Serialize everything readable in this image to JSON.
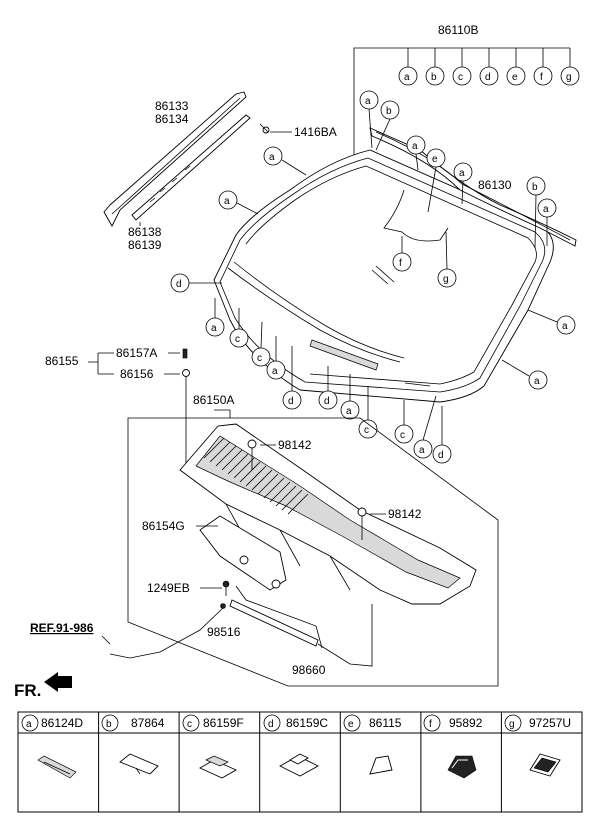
{
  "labels": {
    "p86110B": "86110B",
    "p86133": "86133",
    "p86134": "86134",
    "p1416BA": "1416BA",
    "p86130": "86130",
    "p86138": "86138",
    "p86139": "86139",
    "p86155": "86155",
    "p86157A": "86157A",
    "p86156": "86156",
    "p86150A": "86150A",
    "p98142a": "98142",
    "p98142b": "98142",
    "p86154G": "86154G",
    "p1249EB": "1249EB",
    "p98516": "98516",
    "p98660": "98660",
    "ref": "REF.91-986",
    "fr": "FR."
  },
  "callout_letters": {
    "a": "a",
    "b": "b",
    "c": "c",
    "d": "d",
    "e": "e",
    "f": "f",
    "g": "g"
  },
  "legend": [
    {
      "letter": "a",
      "part": "86124D",
      "icon": "molding-clip-icon"
    },
    {
      "letter": "b",
      "part": "87864",
      "icon": "spacer-clip-icon"
    },
    {
      "letter": "c",
      "part": "86159F",
      "icon": "pad-clip-icon"
    },
    {
      "letter": "d",
      "part": "86159C",
      "icon": "pad-bracket-icon"
    },
    {
      "letter": "e",
      "part": "86115",
      "icon": "stopper-icon"
    },
    {
      "letter": "f",
      "part": "95892",
      "icon": "sensor-bracket-icon"
    },
    {
      "letter": "g",
      "part": "97257U",
      "icon": "sensor-pad-icon"
    }
  ]
}
